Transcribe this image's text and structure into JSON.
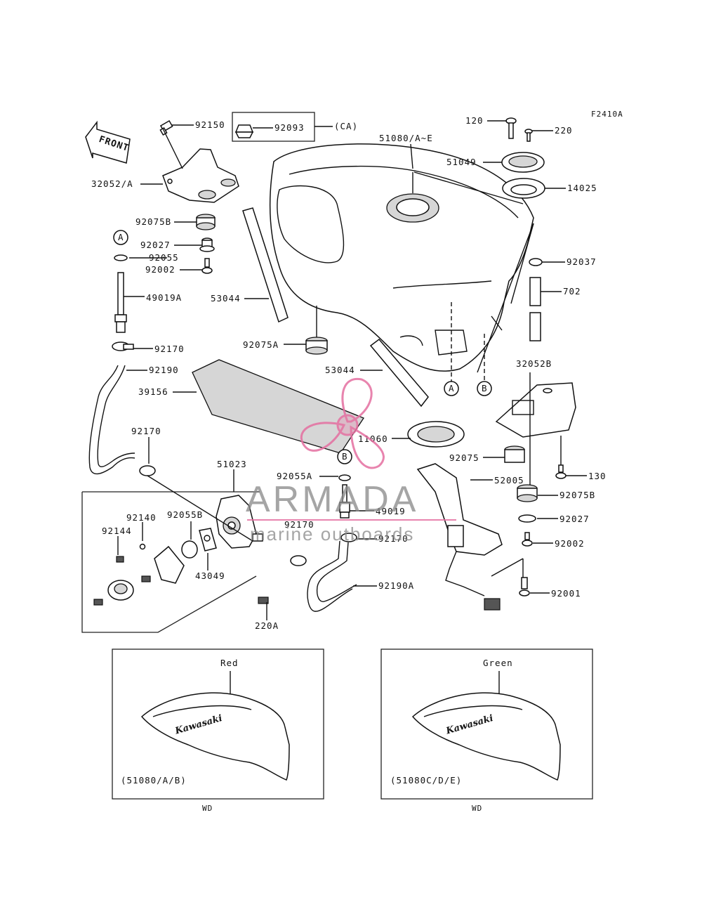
{
  "figure_code": "F2410A",
  "front_label": "FRONT",
  "callouts": [
    {
      "id": "c1",
      "text": "92150"
    },
    {
      "id": "c2",
      "text": "92093"
    },
    {
      "id": "c3",
      "text": "(CA)"
    },
    {
      "id": "c4",
      "text": "120"
    },
    {
      "id": "c5",
      "text": "220"
    },
    {
      "id": "c6",
      "text": "51080/A~E"
    },
    {
      "id": "c7",
      "text": "51049"
    },
    {
      "id": "c8",
      "text": "14025"
    },
    {
      "id": "c9",
      "text": "32052/A"
    },
    {
      "id": "c10",
      "text": "92075B"
    },
    {
      "id": "c11",
      "text": "92027"
    },
    {
      "id": "c12",
      "text": "92055"
    },
    {
      "id": "c13",
      "text": "92002"
    },
    {
      "id": "c14",
      "text": "92037"
    },
    {
      "id": "c15",
      "text": "49019A"
    },
    {
      "id": "c16",
      "text": "53044"
    },
    {
      "id": "c17",
      "text": "702"
    },
    {
      "id": "c18",
      "text": "92170"
    },
    {
      "id": "c19",
      "text": "92075A"
    },
    {
      "id": "c20",
      "text": "53044"
    },
    {
      "id": "c21",
      "text": "32052B"
    },
    {
      "id": "c22",
      "text": "92190"
    },
    {
      "id": "c23",
      "text": "39156"
    },
    {
      "id": "c24",
      "text": "92170"
    },
    {
      "id": "c25",
      "text": "11060"
    },
    {
      "id": "c26",
      "text": "92075"
    },
    {
      "id": "c27",
      "text": "51023"
    },
    {
      "id": "c28",
      "text": "92055A"
    },
    {
      "id": "c29",
      "text": "130"
    },
    {
      "id": "c30",
      "text": "52005"
    },
    {
      "id": "c31",
      "text": "92075B"
    },
    {
      "id": "c32",
      "text": "49019"
    },
    {
      "id": "c33",
      "text": "92140"
    },
    {
      "id": "c34",
      "text": "92055B"
    },
    {
      "id": "c35",
      "text": "92170"
    },
    {
      "id": "c36",
      "text": "92027"
    },
    {
      "id": "c37",
      "text": "92144"
    },
    {
      "id": "c38",
      "text": "92170"
    },
    {
      "id": "c39",
      "text": "92002"
    },
    {
      "id": "c40",
      "text": "43049"
    },
    {
      "id": "c41",
      "text": "92190A"
    },
    {
      "id": "c42",
      "text": "92001"
    },
    {
      "id": "c43",
      "text": "220A"
    }
  ],
  "markers": [
    {
      "id": "mA1",
      "text": "A"
    },
    {
      "id": "mA2",
      "text": "A"
    },
    {
      "id": "mB1",
      "text": "B"
    },
    {
      "id": "mB2",
      "text": "B"
    }
  ],
  "inset_left": {
    "color_label": "Red",
    "brand": "Kawasaki",
    "part_ref": "(51080/A/B)",
    "footer": "WD"
  },
  "inset_right": {
    "color_label": "Green",
    "brand": "Kawasaki",
    "part_ref": "(51080C/D/E)",
    "footer": "WD"
  },
  "watermark": {
    "title": "ARMADA",
    "subtitle": "marine outboards",
    "accent": "#e56fa0",
    "text_color": "#8a8a8a"
  }
}
